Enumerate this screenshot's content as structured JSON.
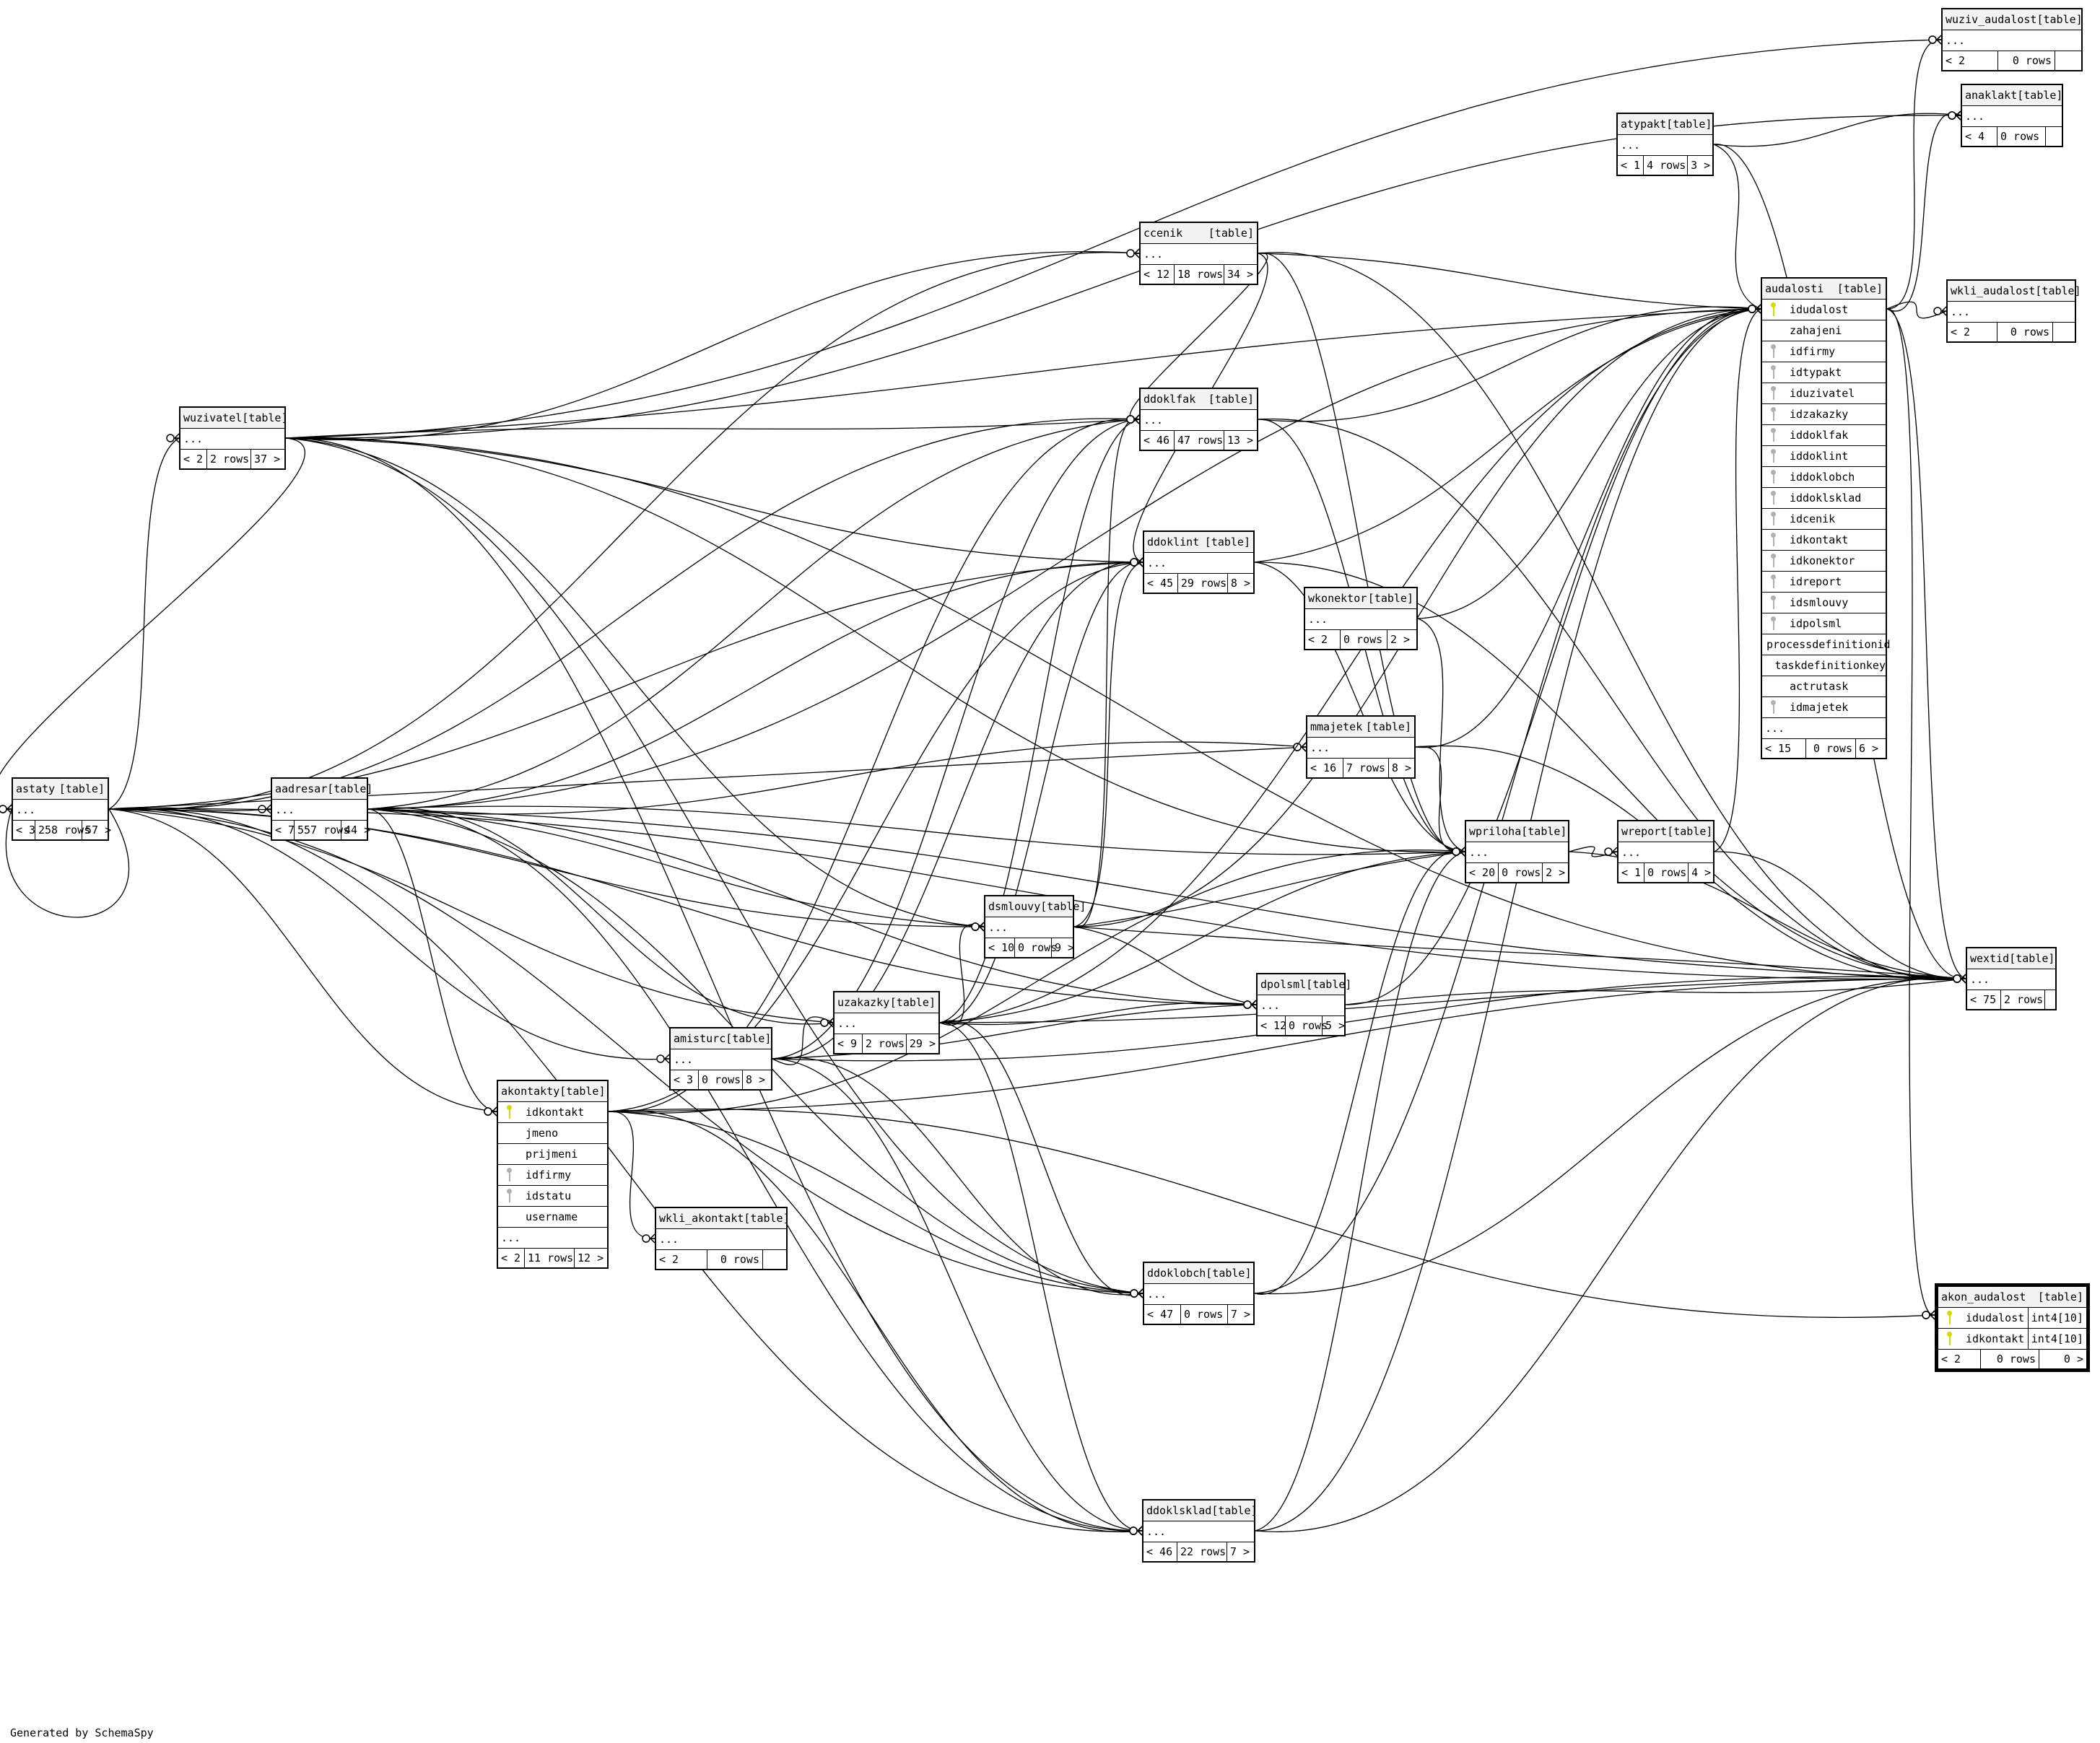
{
  "footer": "Generated by SchemaSpy",
  "table_tag": "[table]",
  "ellipsis": "...",
  "colors": {
    "primary_key": "#d8d800",
    "foreign_key": "#b0b0b0",
    "header_bg": "#f2f2f2",
    "line": "#000000"
  },
  "tables": {
    "wuziv_audalost": {
      "name": "wuziv_audalost",
      "parents": "< 2",
      "rows": "0 rows",
      "children": ""
    },
    "anaklakt": {
      "name": "anaklakt",
      "parents": "< 4",
      "rows": "0 rows",
      "children": ""
    },
    "atypakt": {
      "name": "atypakt",
      "parents": "< 1",
      "rows": "4 rows",
      "children": "3 >"
    },
    "ccenik": {
      "name": "ccenik",
      "parents": "< 12",
      "rows": "18 rows",
      "children": "34 >"
    },
    "wkli_audalost": {
      "name": "wkli_audalost",
      "parents": "< 2",
      "rows": "0 rows",
      "children": ""
    },
    "ddoklfak": {
      "name": "ddoklfak",
      "parents": "< 46",
      "rows": "47 rows",
      "children": "13 >"
    },
    "wuzivatel": {
      "name": "wuzivatel",
      "parents": "< 2",
      "rows": "2 rows",
      "children": "37 >"
    },
    "ddoklint": {
      "name": "ddoklint",
      "parents": "< 45",
      "rows": "29 rows",
      "children": "8 >"
    },
    "wkonektor": {
      "name": "wkonektor",
      "parents": "< 2",
      "rows": "0 rows",
      "children": "2 >"
    },
    "mmajetek": {
      "name": "mmajetek",
      "parents": "< 16",
      "rows": "7 rows",
      "children": "8 >"
    },
    "astaty": {
      "name": "astaty",
      "parents": "< 3",
      "rows": "258 rows",
      "children": "57 >"
    },
    "aadresar": {
      "name": "aadresar",
      "parents": "< 7",
      "rows": "557 rows",
      "children": "44 >"
    },
    "wpriloha": {
      "name": "wpriloha",
      "parents": "< 20",
      "rows": "0 rows",
      "children": "2 >"
    },
    "wreport": {
      "name": "wreport",
      "parents": "< 1",
      "rows": "0 rows",
      "children": "4 >"
    },
    "dsmlouvy": {
      "name": "dsmlouvy",
      "parents": "< 10",
      "rows": "0 rows",
      "children": "9 >"
    },
    "wextid": {
      "name": "wextid",
      "parents": "< 75",
      "rows": "2 rows",
      "children": ""
    },
    "uzakazky": {
      "name": "uzakazky",
      "parents": "< 9",
      "rows": "2 rows",
      "children": "29 >"
    },
    "dpolsml": {
      "name": "dpolsml",
      "parents": "< 12",
      "rows": "0 rows",
      "children": "5 >"
    },
    "amisturc": {
      "name": "amisturc",
      "parents": "< 3",
      "rows": "0 rows",
      "children": "8 >"
    },
    "wkli_akontakt": {
      "name": "wkli_akontakt",
      "parents": "< 2",
      "rows": "0 rows",
      "children": ""
    },
    "ddoklobch": {
      "name": "ddoklobch",
      "parents": "< 47",
      "rows": "0 rows",
      "children": "7 >"
    },
    "ddoklsklad": {
      "name": "ddoklsklad",
      "parents": "< 46",
      "rows": "22 rows",
      "children": "7 >"
    },
    "akontakty": {
      "name": "akontakty",
      "parents": "< 2",
      "rows": "11 rows",
      "children": "12 >",
      "columns": [
        {
          "name": "idkontakt",
          "key": "pk"
        },
        {
          "name": "jmeno",
          "key": ""
        },
        {
          "name": "prijmeni",
          "key": ""
        },
        {
          "name": "idfirmy",
          "key": "fk"
        },
        {
          "name": "idstatu",
          "key": "fk"
        },
        {
          "name": "username",
          "key": ""
        }
      ]
    },
    "audalosti": {
      "name": "audalosti",
      "parents": "< 15",
      "rows": "0 rows",
      "children": "6 >",
      "columns": [
        {
          "name": "idudalost",
          "key": "pk"
        },
        {
          "name": "zahajeni",
          "key": ""
        },
        {
          "name": "idfirmy",
          "key": "fk"
        },
        {
          "name": "idtypakt",
          "key": "fk"
        },
        {
          "name": "iduzivatel",
          "key": "fk"
        },
        {
          "name": "idzakazky",
          "key": "fk"
        },
        {
          "name": "iddoklfak",
          "key": "fk"
        },
        {
          "name": "iddoklint",
          "key": "fk"
        },
        {
          "name": "iddoklobch",
          "key": "fk"
        },
        {
          "name": "iddoklsklad",
          "key": "fk"
        },
        {
          "name": "idcenik",
          "key": "fk"
        },
        {
          "name": "idkontakt",
          "key": "fk"
        },
        {
          "name": "idkonektor",
          "key": "fk"
        },
        {
          "name": "idreport",
          "key": "fk"
        },
        {
          "name": "idsmlouvy",
          "key": "fk"
        },
        {
          "name": "idpolsml",
          "key": "fk"
        },
        {
          "name": "processdefinitionid",
          "key": ""
        },
        {
          "name": "taskdefinitionkey",
          "key": ""
        },
        {
          "name": "actrutask",
          "key": ""
        },
        {
          "name": "idmajetek",
          "key": "fk"
        }
      ]
    },
    "akon_audalost": {
      "name": "akon_audalost",
      "parents": "< 2",
      "rows": "0 rows",
      "children": "0 >",
      "columns": [
        {
          "name": "idudalost",
          "key": "pk",
          "type": "int4[10]"
        },
        {
          "name": "idkontakt",
          "key": "pk",
          "type": "int4[10]"
        }
      ]
    }
  },
  "relationships": [
    [
      "astaty",
      "wuzivatel"
    ],
    [
      "astaty",
      "aadresar"
    ],
    [
      "astaty",
      "ddoklfak"
    ],
    [
      "astaty",
      "ddoklint"
    ],
    [
      "astaty",
      "ddoklobch"
    ],
    [
      "astaty",
      "ddoklsklad"
    ],
    [
      "astaty",
      "dsmlouvy"
    ],
    [
      "astaty",
      "uzakazky"
    ],
    [
      "astaty",
      "amisturc"
    ],
    [
      "astaty",
      "akontakty"
    ],
    [
      "astaty",
      "mmajetek"
    ],
    [
      "astaty",
      "dpolsml"
    ],
    [
      "astaty",
      "ccenik"
    ],
    [
      "astaty",
      "wextid"
    ],
    [
      "astaty",
      "astaty"
    ],
    [
      "wuzivatel",
      "ddoklfak"
    ],
    [
      "wuzivatel",
      "ddoklint"
    ],
    [
      "wuzivatel",
      "ddoklobch"
    ],
    [
      "wuzivatel",
      "ddoklsklad"
    ],
    [
      "wuzivatel",
      "dsmlouvy"
    ],
    [
      "wuzivatel",
      "wuziv_audalost"
    ],
    [
      "wuzivatel",
      "anaklakt"
    ],
    [
      "wuzivatel",
      "audalosti"
    ],
    [
      "wuzivatel",
      "wextid"
    ],
    [
      "wuzivatel",
      "ccenik"
    ],
    [
      "wuzivatel",
      "wpriloha"
    ],
    [
      "wuzivatel",
      "astaty"
    ],
    [
      "aadresar",
      "ddoklfak"
    ],
    [
      "aadresar",
      "ddoklint"
    ],
    [
      "aadresar",
      "ddoklobch"
    ],
    [
      "aadresar",
      "ddoklsklad"
    ],
    [
      "aadresar",
      "dsmlouvy"
    ],
    [
      "aadresar",
      "uzakazky"
    ],
    [
      "aadresar",
      "akontakty"
    ],
    [
      "aadresar",
      "mmajetek"
    ],
    [
      "aadresar",
      "audalosti"
    ],
    [
      "aadresar",
      "wextid"
    ],
    [
      "aadresar",
      "wpriloha"
    ],
    [
      "aadresar",
      "dpolsml"
    ],
    [
      "akontakty",
      "akon_audalost"
    ],
    [
      "akontakty",
      "wkli_akontakt"
    ],
    [
      "akontakty",
      "ddoklfak"
    ],
    [
      "akontakty",
      "ddoklint"
    ],
    [
      "akontakty",
      "ddoklobch"
    ],
    [
      "akontakty",
      "ddoklsklad"
    ],
    [
      "akontakty",
      "wextid"
    ],
    [
      "akontakty",
      "wpriloha"
    ],
    [
      "amisturc",
      "ddoklfak"
    ],
    [
      "amisturc",
      "ddoklint"
    ],
    [
      "amisturc",
      "ddoklobch"
    ],
    [
      "amisturc",
      "ddoklsklad"
    ],
    [
      "amisturc",
      "uzakazky"
    ],
    [
      "amisturc",
      "dpolsml"
    ],
    [
      "amisturc",
      "wextid"
    ],
    [
      "uzakazky",
      "ddoklfak"
    ],
    [
      "uzakazky",
      "ddoklint"
    ],
    [
      "uzakazky",
      "ddoklobch"
    ],
    [
      "uzakazky",
      "ddoklsklad"
    ],
    [
      "uzakazky",
      "dsmlouvy"
    ],
    [
      "uzakazky",
      "wpriloha"
    ],
    [
      "uzakazky",
      "dpolsml"
    ],
    [
      "uzakazky",
      "audalosti"
    ],
    [
      "uzakazky",
      "wextid"
    ],
    [
      "dsmlouvy",
      "ddoklfak"
    ],
    [
      "dsmlouvy",
      "ddoklint"
    ],
    [
      "dsmlouvy",
      "dpolsml"
    ],
    [
      "dsmlouvy",
      "wpriloha"
    ],
    [
      "dsmlouvy",
      "audalosti"
    ],
    [
      "dsmlouvy",
      "wextid"
    ],
    [
      "ccenik",
      "ddoklfak"
    ],
    [
      "ccenik",
      "ddoklint"
    ],
    [
      "ccenik",
      "wpriloha"
    ],
    [
      "ccenik",
      "audalosti"
    ],
    [
      "ccenik",
      "wextid"
    ],
    [
      "ddoklfak",
      "wpriloha"
    ],
    [
      "ddoklfak",
      "audalosti"
    ],
    [
      "ddoklfak",
      "wextid"
    ],
    [
      "ddoklint",
      "wpriloha"
    ],
    [
      "ddoklint",
      "audalosti"
    ],
    [
      "ddoklint",
      "wextid"
    ],
    [
      "ddoklobch",
      "wpriloha"
    ],
    [
      "ddoklobch",
      "audalosti"
    ],
    [
      "ddoklobch",
      "wextid"
    ],
    [
      "ddoklsklad",
      "wpriloha"
    ],
    [
      "ddoklsklad",
      "audalosti"
    ],
    [
      "ddoklsklad",
      "wextid"
    ],
    [
      "mmajetek",
      "wpriloha"
    ],
    [
      "mmajetek",
      "audalosti"
    ],
    [
      "mmajetek",
      "wextid"
    ],
    [
      "dpolsml",
      "audalosti"
    ],
    [
      "dpolsml",
      "wextid"
    ],
    [
      "wkonektor",
      "audalosti"
    ],
    [
      "wkonektor",
      "wpriloha"
    ],
    [
      "wpriloha",
      "wreport"
    ],
    [
      "wpriloha",
      "wextid"
    ],
    [
      "wreport",
      "audalosti"
    ],
    [
      "wreport",
      "wextid"
    ],
    [
      "atypakt",
      "audalosti"
    ],
    [
      "atypakt",
      "wextid"
    ],
    [
      "atypakt",
      "anaklakt"
    ],
    [
      "audalosti",
      "wkli_audalost"
    ],
    [
      "audalosti",
      "wuziv_audalost"
    ],
    [
      "audalosti",
      "anaklakt"
    ],
    [
      "audalosti",
      "akon_audalost"
    ],
    [
      "audalosti",
      "wextid"
    ]
  ]
}
